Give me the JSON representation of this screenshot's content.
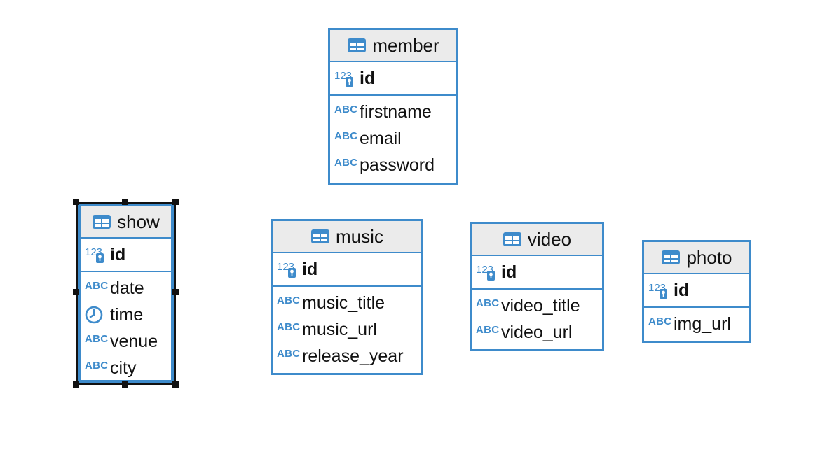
{
  "colors": {
    "border": "#3e8bcb",
    "header_bg": "#ebebeb",
    "icon": "#3e8bcb",
    "selection": "#111111"
  },
  "entities": {
    "member": {
      "title": "member",
      "pk": "id",
      "columns": [
        {
          "name": "firstname",
          "type": "text"
        },
        {
          "name": "email",
          "type": "text"
        },
        {
          "name": "password",
          "type": "text"
        }
      ]
    },
    "show": {
      "title": "show",
      "pk": "id",
      "selected": true,
      "columns": [
        {
          "name": "date",
          "type": "text"
        },
        {
          "name": "time",
          "type": "time"
        },
        {
          "name": "venue",
          "type": "text"
        },
        {
          "name": "city",
          "type": "text"
        }
      ]
    },
    "music": {
      "title": "music",
      "pk": "id",
      "columns": [
        {
          "name": "music_title",
          "type": "text"
        },
        {
          "name": "music_url",
          "type": "text"
        },
        {
          "name": "release_year",
          "type": "text"
        }
      ]
    },
    "video": {
      "title": "video",
      "pk": "id",
      "columns": [
        {
          "name": "video_title",
          "type": "text"
        },
        {
          "name": "video_url",
          "type": "text"
        }
      ]
    },
    "photo": {
      "title": "photo",
      "pk": "id",
      "columns": [
        {
          "name": "img_url",
          "type": "text"
        }
      ]
    }
  },
  "icons": {
    "table": "table-grid-icon",
    "text": "abc-text-type-icon",
    "time": "clock-icon",
    "pk": "numeric-key-icon"
  },
  "labels": {
    "abc": "ABC",
    "num": "123"
  }
}
